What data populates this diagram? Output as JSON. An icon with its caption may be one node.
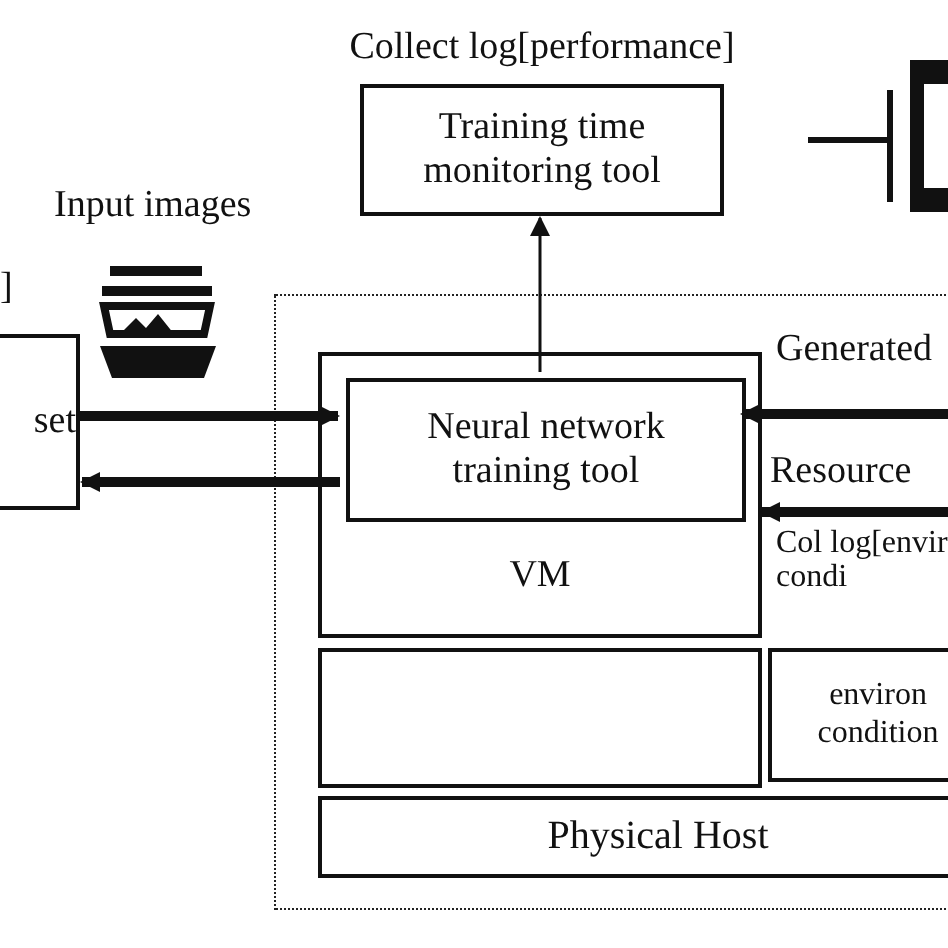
{
  "diagram": {
    "nodes": [
      {
        "text": [
          "Training time monitoring tool"
        ],
        "beside": [
          "Collect log[performance]"
        ]
      },
      {
        "text": [
          "set"
        ],
        "beside": [
          "]"
        ]
      },
      {
        "text": [],
        "shape": "box"
      },
      {
        "text": [
          "VM"
        ],
        "in": 2
      },
      {
        "text": [
          "Neural network training tool"
        ],
        "in": 3
      },
      {
        "text": [],
        "shape": "box",
        "in": 2
      },
      {
        "text": [
          "environ condition"
        ],
        "in": 2
      },
      {
        "text": [
          "Physical Host"
        ],
        "in": 2
      }
    ],
    "edges": [
      {
        "from": 4,
        "to": 0,
        "arrow": "to"
      },
      {
        "from": 1,
        "to": 4,
        "arrow": "to"
      },
      {
        "from": 4,
        "to": 1,
        "arrow": "to"
      },
      {
        "from": null,
        "to": 4,
        "arrow": "to",
        "label": "Generated"
      },
      {
        "from": null,
        "to": 3,
        "arrow": "to",
        "label": "Resource"
      }
    ],
    "labels": [
      "Input images",
      "Col log[envir condi"
    ]
  }
}
